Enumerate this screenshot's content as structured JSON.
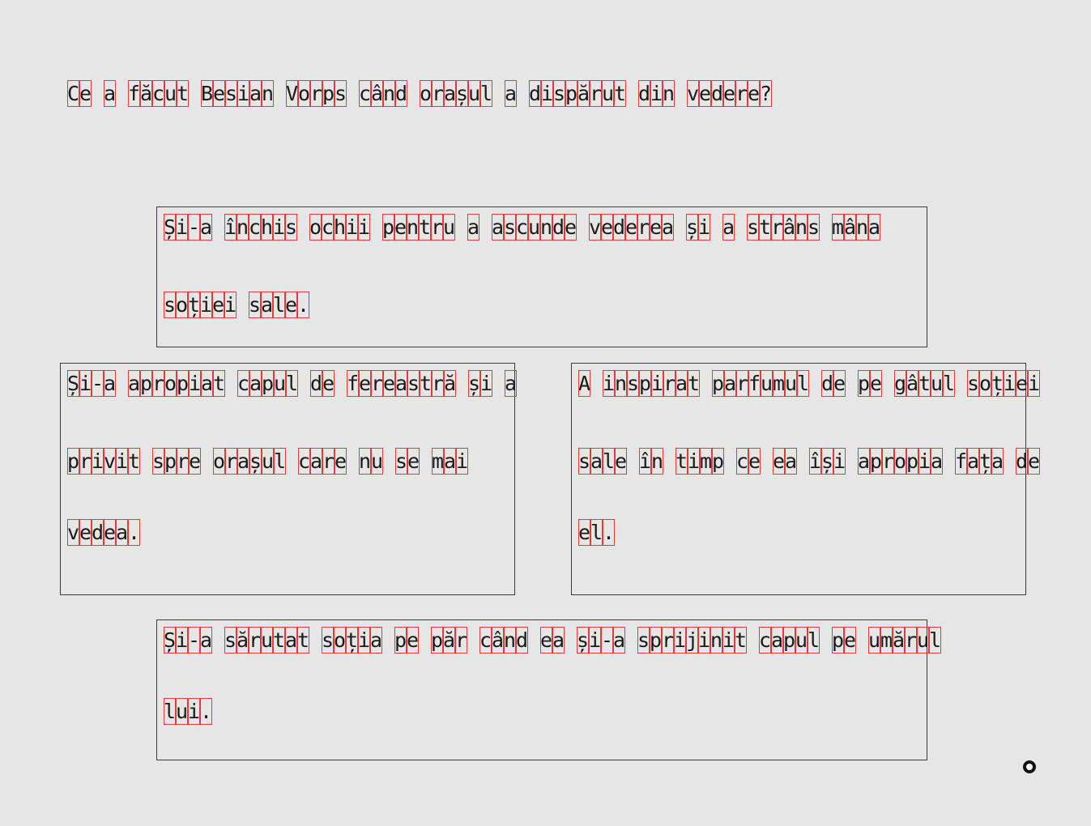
{
  "question": "Ce a făcut Besian Vorps când orașul a dispărut din vedere?",
  "options": [
    {
      "lines": [
        "Și-a închis ochii pentru a ascunde vederea și a strâns mâna",
        "soției sale."
      ]
    },
    {
      "lines": [
        "Și-a apropiat capul de fereastră și a",
        "privit spre orașul care nu se mai",
        "vedea."
      ]
    },
    {
      "lines": [
        "A inspirat parfumul de pe gâtul soției",
        "sale în timp ce ea își apropia fața de",
        "el."
      ]
    },
    {
      "lines": [
        "Și-a sărutat soția pe păr când ea și-a sprijinit capul pe umărul",
        "lui."
      ]
    }
  ],
  "cursor": {
    "icon": "cursor-ring-icon"
  }
}
